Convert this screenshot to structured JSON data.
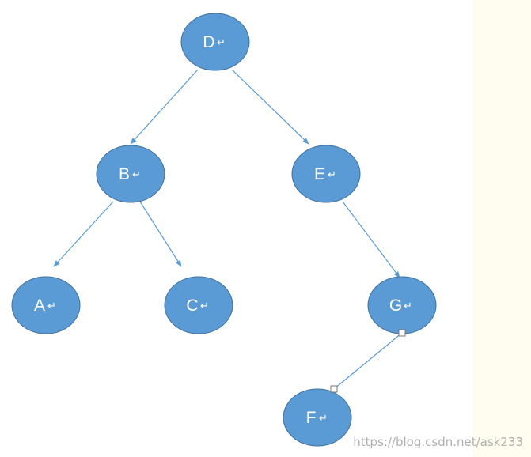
{
  "diagram": {
    "type": "binary-tree",
    "colors": {
      "node_fill": "#5b9bd5",
      "node_stroke": "#41719c",
      "edge": "#5b9bd5"
    },
    "nodes": [
      {
        "id": "D",
        "label": "D"
      },
      {
        "id": "B",
        "label": "B"
      },
      {
        "id": "E",
        "label": "E"
      },
      {
        "id": "A",
        "label": "A"
      },
      {
        "id": "C",
        "label": "C"
      },
      {
        "id": "G",
        "label": "G"
      },
      {
        "id": "F",
        "label": "F"
      }
    ],
    "edges": [
      {
        "from": "D",
        "to": "B"
      },
      {
        "from": "D",
        "to": "E"
      },
      {
        "from": "B",
        "to": "A"
      },
      {
        "from": "B",
        "to": "C"
      },
      {
        "from": "E",
        "to": "G"
      },
      {
        "from": "G",
        "to": "F"
      }
    ],
    "return_glyph": "↵"
  },
  "watermark": "https://blog.csdn.net/ask233"
}
